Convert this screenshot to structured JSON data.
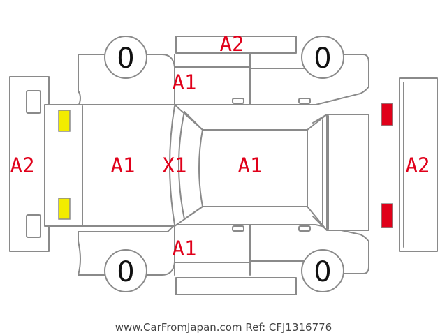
{
  "labels": {
    "top_bumper": "A2",
    "left_door_front": "A1",
    "front_bumper": "A2",
    "hood": "A1",
    "windshield": "X1",
    "roof": "A1",
    "rear_bumper": "A2",
    "right_door_front": "A1"
  },
  "tires": {
    "front_left": "0",
    "rear_left": "0",
    "front_right": "0",
    "rear_right": "0"
  },
  "footer": "www.CarFromJapan.com Ref: CFJ1316776",
  "colors": {
    "label": "#e0001a",
    "outline": "#8a8a8a",
    "front_lamp": "#f2ec00",
    "rear_lamp": "#e0001a"
  }
}
